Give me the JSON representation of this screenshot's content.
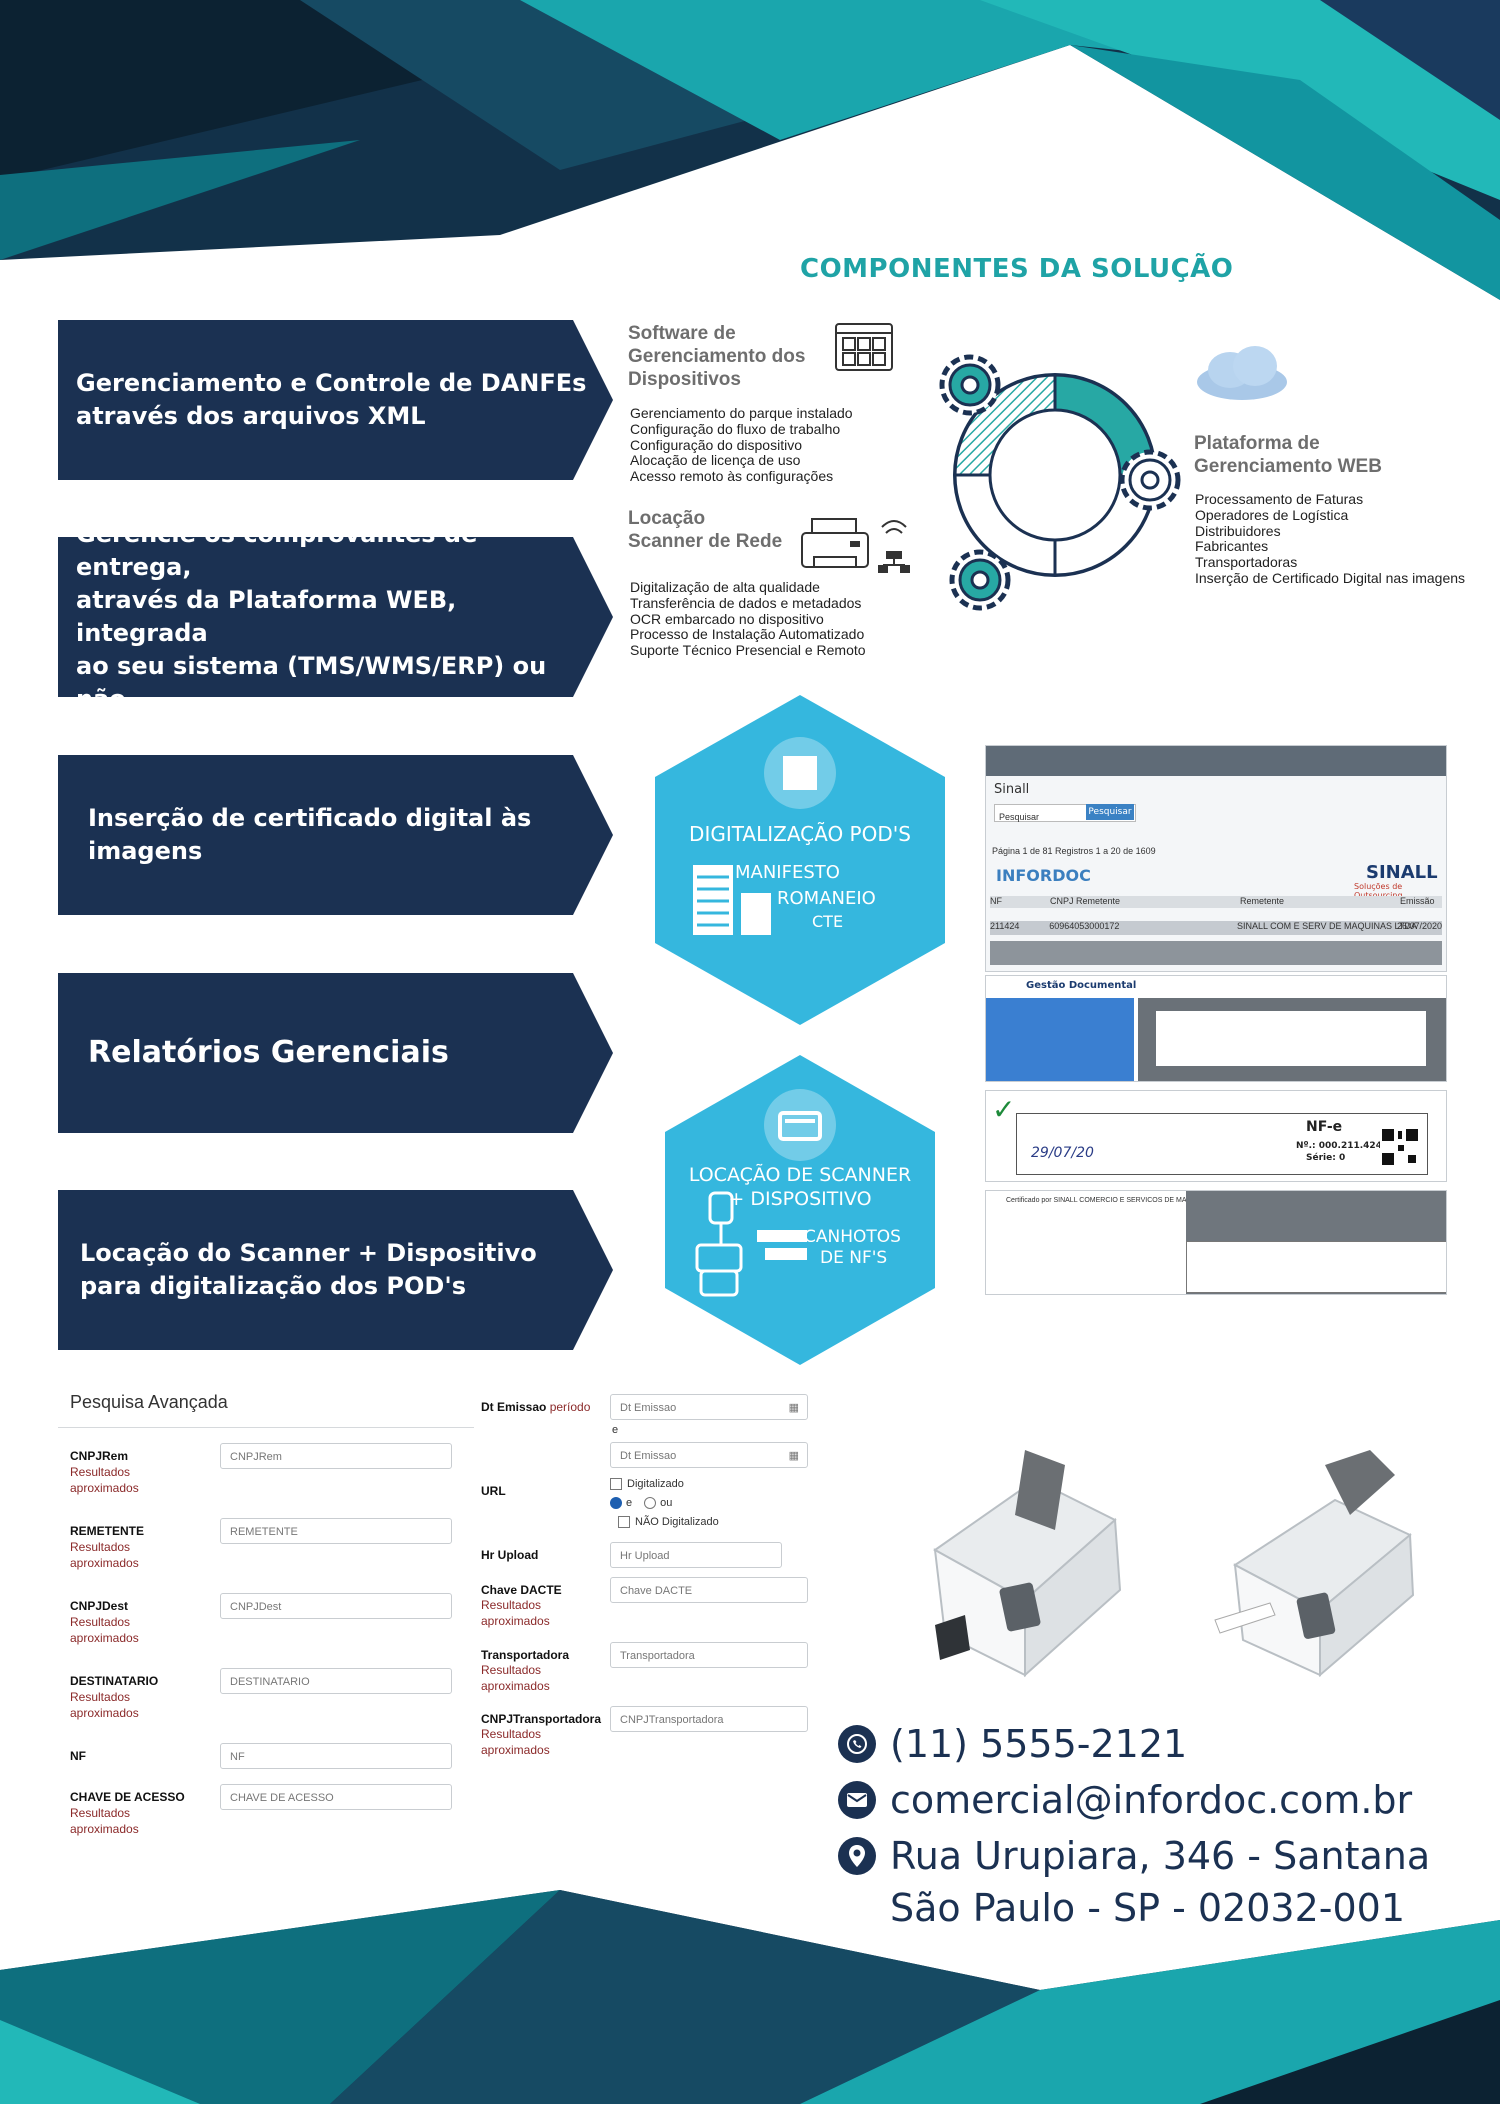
{
  "components": {
    "title": "COMPONENTES DA SOLUÇÃO",
    "software": {
      "heading": [
        "Software de",
        "Gerenciamento dos",
        "Dispositivos"
      ],
      "items": [
        "Gerenciamento do parque instalado",
        "Configuração do fluxo de trabalho",
        "Configuração do dispositivo",
        "Alocação de licença de uso",
        "Acesso remoto às configurações"
      ]
    },
    "locacao": {
      "heading": [
        "Locação",
        "Scanner de Rede"
      ],
      "items": [
        "Digitalização de alta qualidade",
        "Transferência de dados e metadados",
        "OCR embarcado no dispositivo",
        "Processo de Instalação Automatizado",
        "Suporte Técnico Presencial e Remoto"
      ]
    },
    "plataforma": {
      "heading": [
        "Plataforma de",
        "Gerenciamento WEB"
      ],
      "items": [
        "Processamento de Faturas",
        "Operadores de Logística",
        "Distribuidores",
        "Fabricantes",
        "Transportadoras",
        "Inserção de Certificado Digital nas imagens"
      ]
    }
  },
  "features": [
    {
      "line1": "Gerenciamento e Controle de DANFEs",
      "line2": "através dos arquivos XML",
      "line3": ""
    },
    {
      "line1": "Gerencie os comprovantes de entrega,",
      "line2": "através da Plataforma WEB, integrada",
      "line3": "ao seu sistema (TMS/WMS/ERP) ou não"
    },
    {
      "line1": "Inserção de certificado digital às",
      "line2": "imagens",
      "line3": ""
    },
    {
      "line1": "Relatórios Gerenciais",
      "line2": "",
      "line3": ""
    },
    {
      "line1": "Locação do Scanner + Dispositivo",
      "line2": "para digitalização dos POD's",
      "line3": ""
    }
  ],
  "hex1": {
    "title": "DIGITALIZAÇÃO POD'S",
    "l1": "MANIFESTO",
    "l2": "ROMANEIO",
    "l3": "CTE"
  },
  "hex2": {
    "title1": "LOCAÇÃO DE SCANNER",
    "title2": "+ DISPOSITIVO",
    "l1": "CANHOTOS",
    "l2": "DE NF'S"
  },
  "shot": {
    "app_name": "Sinall",
    "search_placeholder": "Pesquisar",
    "search_button": "Pesquisar",
    "logo": "INFORDOC",
    "brand": "SINALL",
    "brand_sub": "Soluções de Outsourcing",
    "pager": "Página  1  de 81  Registros 1 a 20 de 1609",
    "cols": [
      "NF",
      "CNPJ Remetente",
      "Remetente",
      "Emissão"
    ],
    "row": [
      "211424",
      "60964053000172",
      "SINALL COM E SERV DE MAQUINAS LTDA",
      "26/07/2020"
    ],
    "gestao": "Gestão Documental",
    "nfe": "NF-e",
    "nf_num": "Nº.: 000.211.424",
    "serie": "Série: 0",
    "receipt_date": "29/07/20",
    "cert": "Certificado por SINALL COMERCIO E SERVICOS DE MAQUINAS LTDA"
  },
  "form": {
    "title": "Pesquisa Avançada",
    "aprox": "Resultados aproximados",
    "left_fields": [
      {
        "label": "CNPJRem",
        "placeholder": "CNPJRem",
        "approx": true
      },
      {
        "label": "REMETENTE",
        "placeholder": "REMETENTE",
        "approx": true
      },
      {
        "label": "CNPJDest",
        "placeholder": "CNPJDest",
        "approx": true
      },
      {
        "label": "DESTINATARIO",
        "placeholder": "DESTINATARIO",
        "approx": true
      },
      {
        "label": "NF",
        "placeholder": "NF",
        "approx": false
      },
      {
        "label": "CHAVE DE ACESSO",
        "placeholder": "CHAVE DE ACESSO",
        "approx": true
      }
    ],
    "dt_label": "Dt Emissao",
    "dt_periodo": "período",
    "dt_placeholder": "Dt Emissao",
    "dt_e": "e",
    "url_label": "URL",
    "url_opt1": "Digitalizado",
    "url_e": "e",
    "url_ou": "ou",
    "url_opt2": "NÃO Digitalizado",
    "hr_label": "Hr Upload",
    "hr_placeholder": "Hr Upload",
    "chave_label": "Chave DACTE",
    "chave_placeholder": "Chave DACTE",
    "transp_label": "Transportadora",
    "transp_placeholder": "Transportadora",
    "cnpjt_label": "CNPJTransportadora",
    "cnpjt_placeholder": "CNPJTransportadora"
  },
  "contact": {
    "phone": "(11) 5555-2121",
    "email": "comercial@infordoc.com.br",
    "address1": "Rua Urupiara, 346 - Santana",
    "address2": "São Paulo - SP - 02032-001"
  },
  "colors": {
    "navy": "#1b3152",
    "teal": "#1fa3a6",
    "cyan": "#35b7de",
    "dark": "#0f2a3d"
  }
}
